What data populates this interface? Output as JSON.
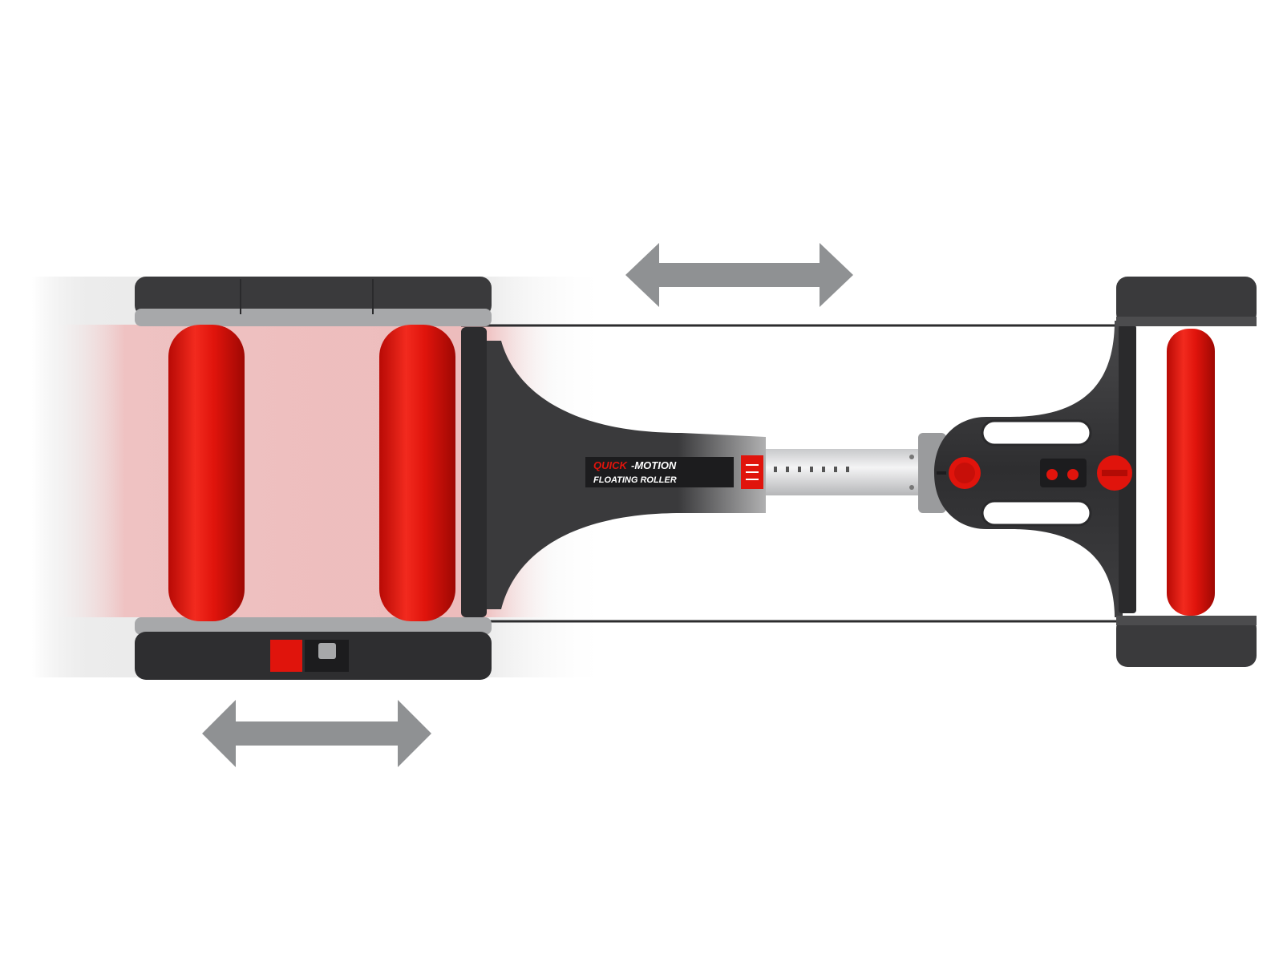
{
  "product": {
    "logo_line1_part1": "QUICK",
    "logo_line1_part2": "-MOTION",
    "logo_line2": "FLOATING ROLLER"
  },
  "colors": {
    "roller_red": "#e0140c",
    "frame_dark": "#3a3a3c",
    "frame_mid": "#59595b",
    "cap_light": "#a7a8aa",
    "arrow_gray": "#8f9193",
    "background": "#ffffff"
  },
  "icons": {
    "top_arrow": "double-arrow-horizontal-icon",
    "bottom_arrow": "double-arrow-horizontal-icon",
    "brand_badge": "elite-logo-icon"
  }
}
